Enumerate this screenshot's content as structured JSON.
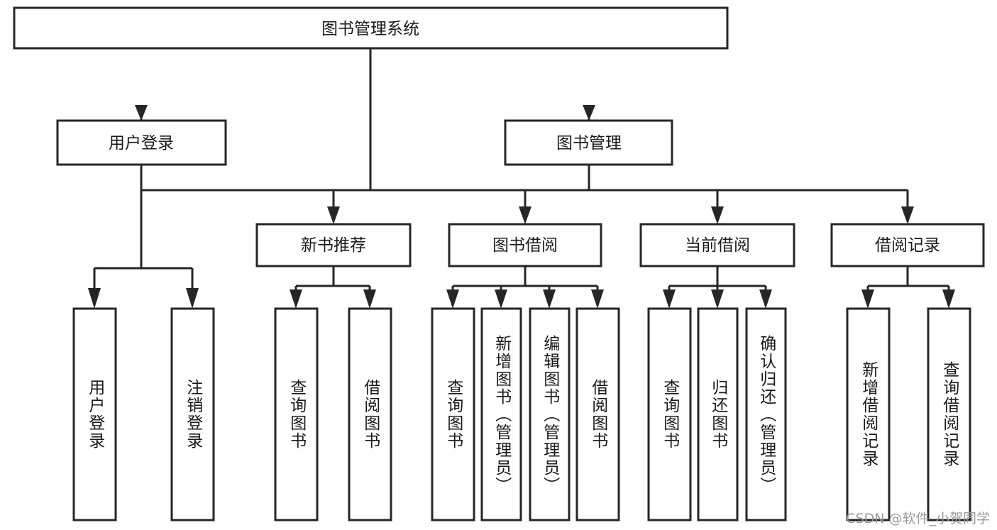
{
  "diagram": {
    "type": "tree-hierarchy",
    "title": "图书管理系统",
    "watermark": "CSDN @软件_小贺同学",
    "colors": {
      "stroke": "#262626",
      "fill": "#ffffff",
      "text": "#1a1a1a",
      "watermark": "#9a9a9a",
      "background": "#ffffff"
    },
    "levels": {
      "root": {
        "label": "图书管理系统"
      },
      "level2": [
        {
          "id": "user-login",
          "label": "用户登录"
        },
        {
          "id": "book-management",
          "label": "图书管理"
        }
      ],
      "level3": [
        {
          "id": "new-book-recommend",
          "label": "新书推荐",
          "parent": "book-management"
        },
        {
          "id": "book-borrow",
          "label": "图书借阅",
          "parent": "book-management"
        },
        {
          "id": "current-borrow",
          "label": "当前借阅",
          "parent": "book-management"
        },
        {
          "id": "borrow-record",
          "label": "借阅记录",
          "parent": "book-management"
        }
      ],
      "leaves": [
        {
          "id": "leaf-user-login",
          "label": "用户登录",
          "parent": "user-login"
        },
        {
          "id": "leaf-logout-login",
          "label": "注销登录",
          "parent": "user-login"
        },
        {
          "id": "leaf-query-book-1",
          "label": "查询图书",
          "parent": "new-book-recommend"
        },
        {
          "id": "leaf-borrow-book-1",
          "label": "借阅图书",
          "parent": "new-book-recommend"
        },
        {
          "id": "leaf-query-book-2",
          "label": "查询图书",
          "parent": "book-borrow"
        },
        {
          "id": "leaf-add-book",
          "label": "新增图书（管理员）",
          "parent": "book-borrow"
        },
        {
          "id": "leaf-edit-book",
          "label": "编辑图书（管理员）",
          "parent": "book-borrow"
        },
        {
          "id": "leaf-borrow-book-2",
          "label": "借阅图书",
          "parent": "book-borrow"
        },
        {
          "id": "leaf-query-book-3",
          "label": "查询图书",
          "parent": "current-borrow"
        },
        {
          "id": "leaf-return-book",
          "label": "归还图书",
          "parent": "current-borrow"
        },
        {
          "id": "leaf-confirm-return",
          "label": "确认归还（管理员）",
          "parent": "current-borrow"
        },
        {
          "id": "leaf-add-record",
          "label": "新增借阅记录",
          "parent": "borrow-record"
        },
        {
          "id": "leaf-query-record",
          "label": "查询借阅记录",
          "parent": "borrow-record"
        }
      ]
    }
  }
}
